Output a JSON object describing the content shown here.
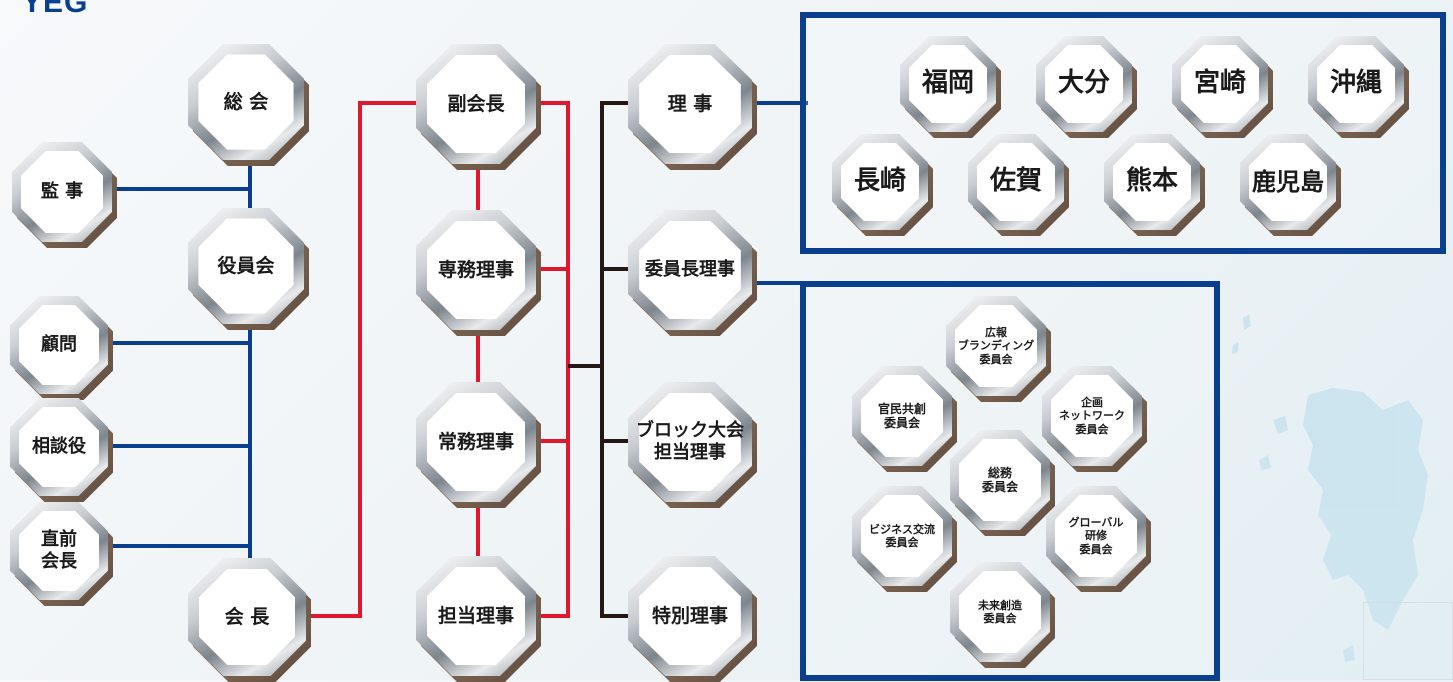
{
  "logo": "YEG",
  "colors": {
    "blue": "#0a3f8f",
    "red": "#e0182d",
    "black": "#231815"
  },
  "left_column": {
    "kansa": "監 事",
    "komon": "顧問",
    "soudanyaku": "相談役",
    "chokuzen": "直前\n会長"
  },
  "center_column": {
    "soukai": "総 会",
    "yakuinkai": "役員会",
    "kaichou": "会 長"
  },
  "vice_column": {
    "fukukaichou": "副会長",
    "senmu": "専務理事",
    "joumu": "常務理事",
    "tantou": "担当理事"
  },
  "director_column": {
    "riji": "理 事",
    "iinchou": "委員長理事",
    "block": "ブロック大会\n担当理事",
    "tokubetsu": "特別理事"
  },
  "prefectures": [
    "福岡",
    "大分",
    "宮崎",
    "沖縄",
    "長崎",
    "佐賀",
    "熊本",
    "鹿児島"
  ],
  "committees": {
    "kouhou": "広報\nブランディング\n委員会",
    "kanmin": "官民共創\n委員会",
    "kikaku": "企画\nネットワーク\n委員会",
    "soumu": "総務\n委員会",
    "business": "ビジネス交流\n委員会",
    "global": "グローバル\n研修\n委員会",
    "mirai": "未来創造\n委員会"
  }
}
